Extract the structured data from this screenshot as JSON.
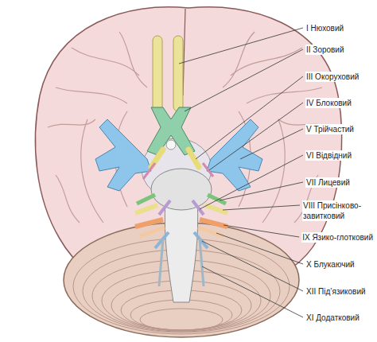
{
  "diagram": {
    "labels": [
      "I Нюховий",
      "II Зоровий",
      "III Окоруховий",
      "IV Блоковий",
      "V Трійчастий",
      "VI Відвідний",
      "VII Лицевий",
      "VIII Присінково- завитковий",
      "IX Язико-глотковий",
      "X Блукаючий",
      "XII Під’язиковий",
      "XI Додатковий"
    ]
  }
}
